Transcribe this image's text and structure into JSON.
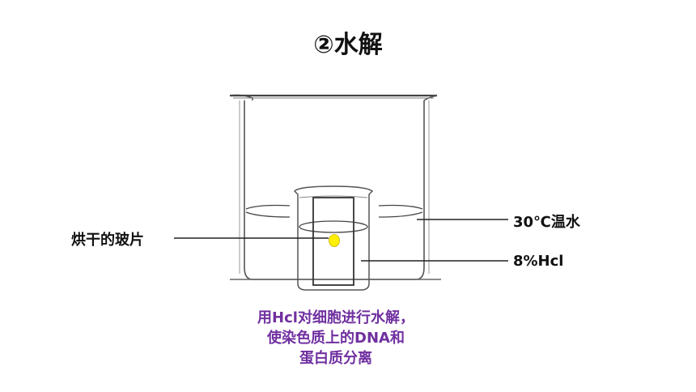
{
  "title": "②水解",
  "labels": {
    "slide": "烘干的玻片",
    "water": "30℃温水",
    "acid": "8%Hcl"
  },
  "caption": [
    "用Hcl对细胞进行水解，",
    "使染色质上的DNA和",
    "蛋白质分离"
  ],
  "colors": {
    "caption": "#7030a0",
    "cell_spot": "#ffef00",
    "line": "#222222"
  }
}
